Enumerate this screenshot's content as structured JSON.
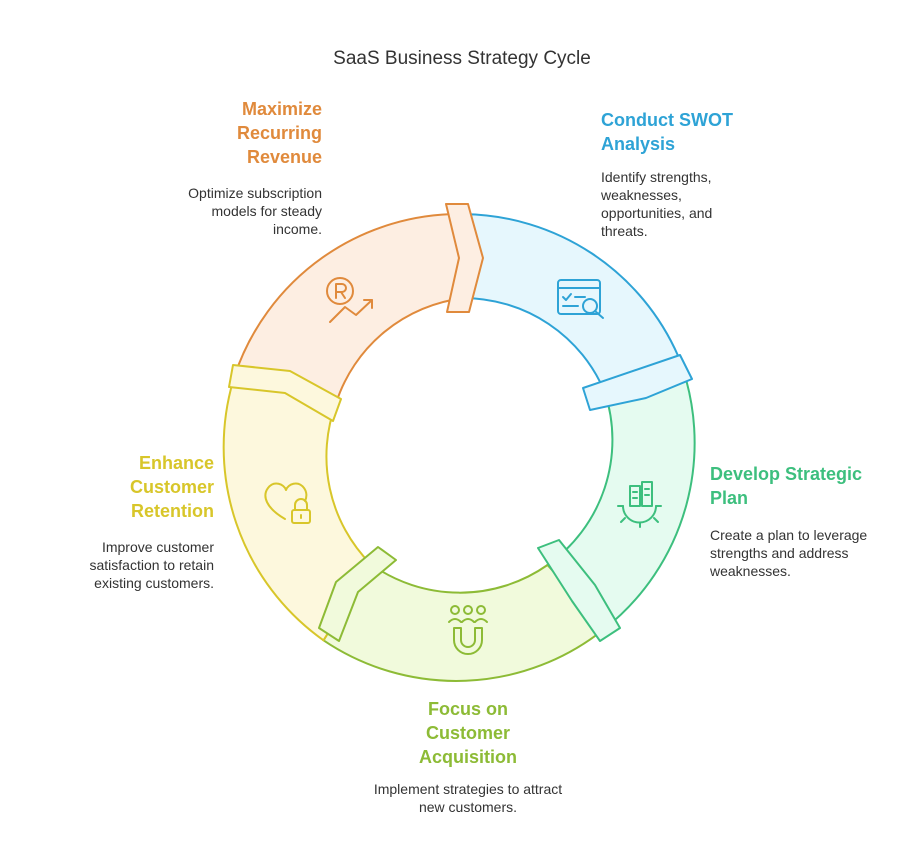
{
  "title": "SaaS Business Strategy Cycle",
  "stages": [
    {
      "title": "Conduct SWOT Analysis",
      "description": "Identify strengths, weaknesses, opportunities, and threats.",
      "color": "#2EA3D6",
      "fill": "#E6F7FD",
      "icon": "checklist-magnifier-icon"
    },
    {
      "title": "Develop Strategic Plan",
      "description": "Create a plan to leverage strengths and address weaknesses.",
      "color": "#3DBF7E",
      "fill": "#E5FBF0",
      "icon": "gear-plan-icon"
    },
    {
      "title": "Focus on Customer Acquisition",
      "description": "Implement strategies to attract new customers.",
      "color": "#8DBB36",
      "fill": "#F1FADC",
      "icon": "people-magnet-icon"
    },
    {
      "title": "Enhance Customer Retention",
      "description": "Improve customer satisfaction to retain existing customers.",
      "color": "#D8C62A",
      "fill": "#FDF8DD",
      "icon": "heart-lock-icon"
    },
    {
      "title": "Maximize Recurring Revenue",
      "description": "Optimize subscription models for steady income.",
      "color": "#E08A3C",
      "fill": "#FDEEE2",
      "icon": "revenue-growth-icon"
    }
  ]
}
